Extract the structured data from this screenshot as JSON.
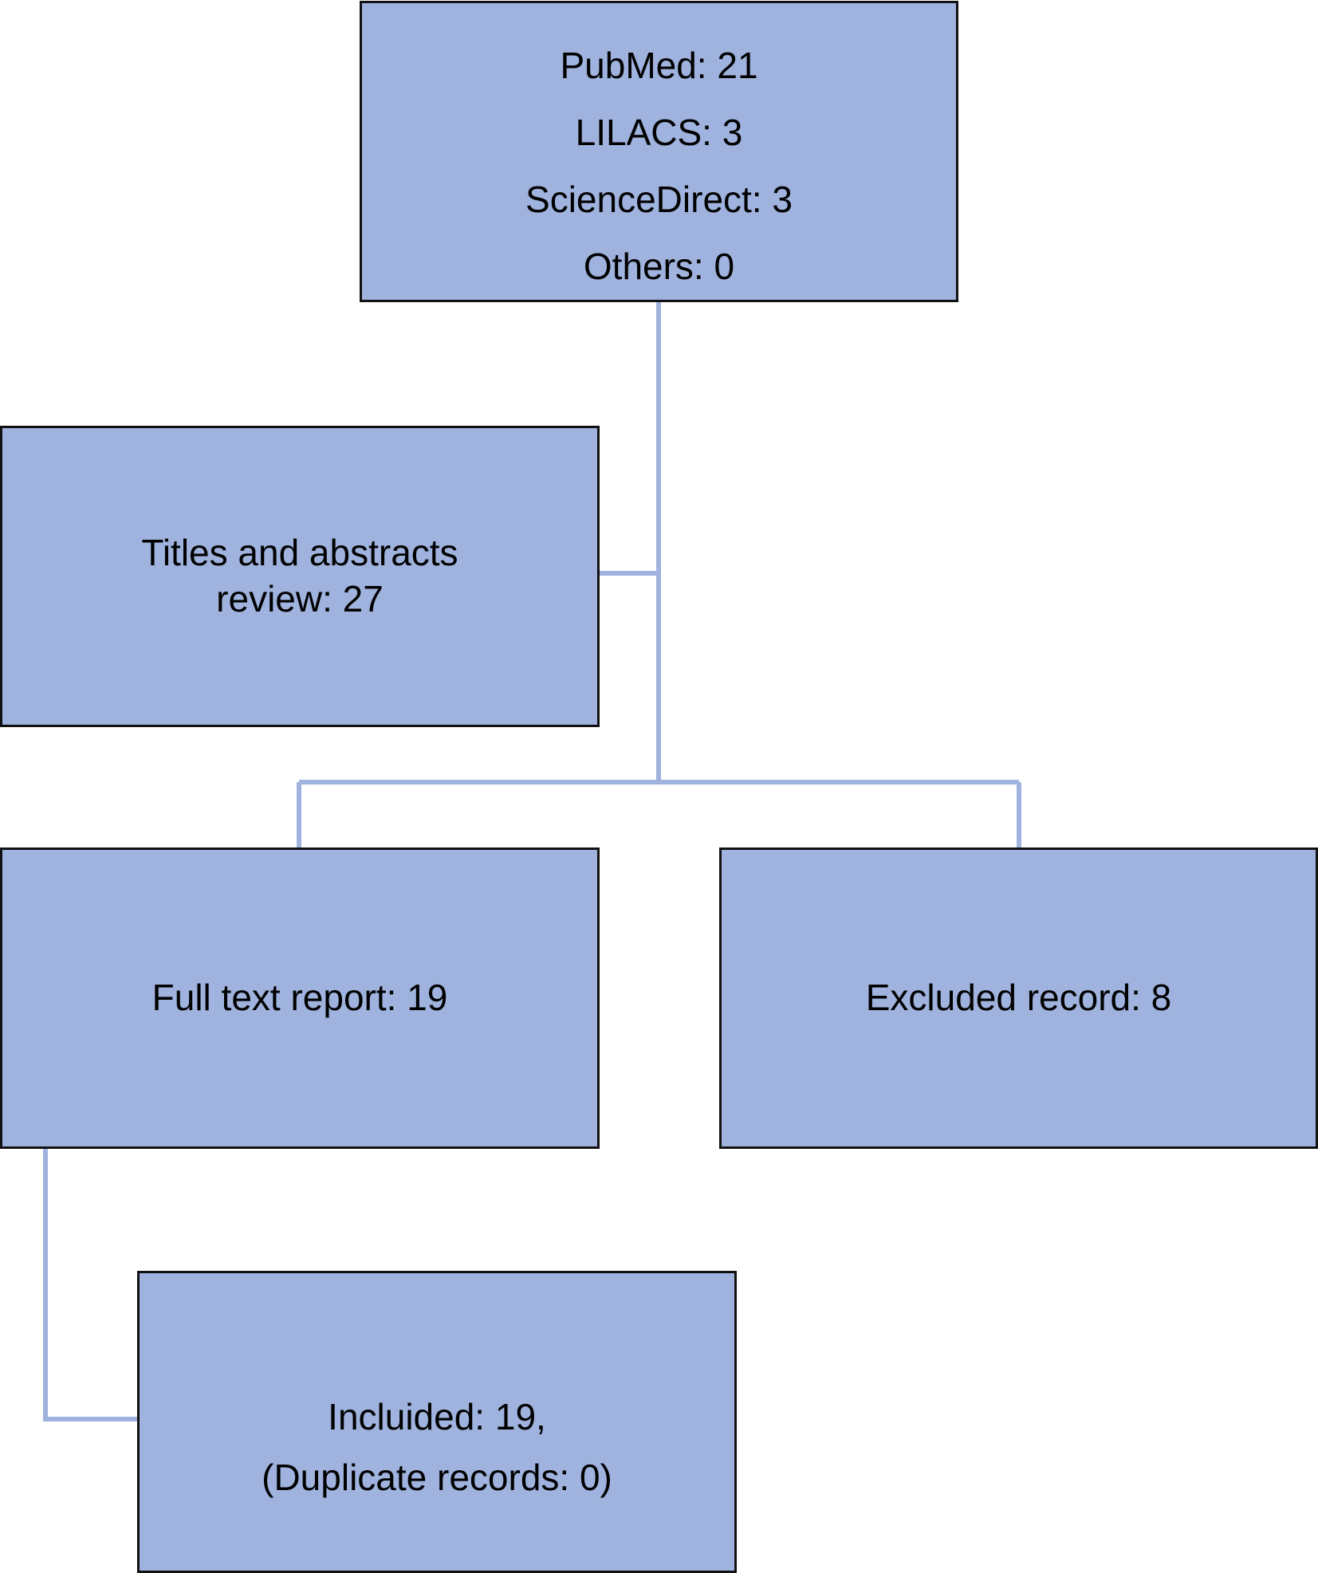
{
  "colors": {
    "box_fill": "#9fb3de",
    "box_border": "#111111",
    "connector": "#9fb3de"
  },
  "boxes": {
    "sources": {
      "lines": [
        "PubMed: 21",
        "LILACS: 3",
        "ScienceDirect: 3",
        "Others: 0"
      ]
    },
    "titles_review": {
      "lines": [
        "Titles and abstracts",
        "review: 27"
      ]
    },
    "full_text": {
      "lines": [
        "Full text report: 19"
      ]
    },
    "excluded": {
      "lines": [
        "Excluded record: 8"
      ]
    },
    "included": {
      "lines": [
        "Incluided: 19,",
        "(Duplicate records: 0)"
      ]
    }
  }
}
